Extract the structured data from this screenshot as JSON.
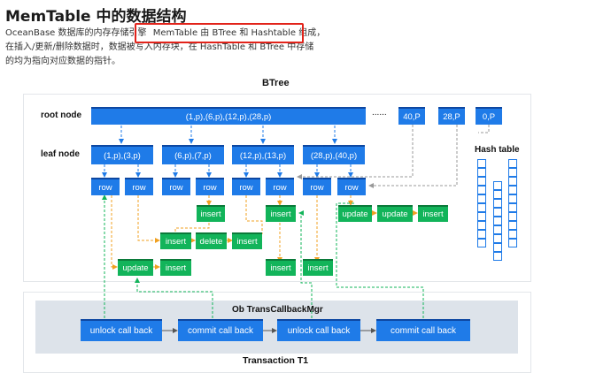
{
  "title": "MemTable 中的数据结构",
  "paragraph": {
    "before": "OceanBase 数据库的内存存储引擎",
    "highlight": "MemTable 由 BTree 和 Hashtable 组成，",
    "after": "在插入/更新/删除数据时，数据被写入内存块，在 HashTable 和 BTree 中存储",
    "line2": "的均为指向对应数据的指针。"
  },
  "diagram": {
    "btree_title": "BTree",
    "root_label": "root node",
    "leaf_label": "leaf node",
    "root_box": "(1,p),(6,p),(12,p),(28,p)",
    "ellipsis": "......",
    "root_right": [
      "40,P",
      "28,P",
      "0,P"
    ],
    "leaves": [
      "(1,p),(3,p)",
      "(6,p),(7,p)",
      "(12,p),(13,p)",
      "(28,p),(40,p)"
    ],
    "row_label": "row",
    "hash_title": "Hash table",
    "ops": {
      "insert": "insert",
      "delete": "delete",
      "update": "update"
    },
    "mgr_title": "Ob TransCallbackMgr",
    "callbacks": [
      "unlock call back",
      "commit call back",
      "unlock call back",
      "commit call back"
    ],
    "trans_title": "Transaction T1"
  }
}
